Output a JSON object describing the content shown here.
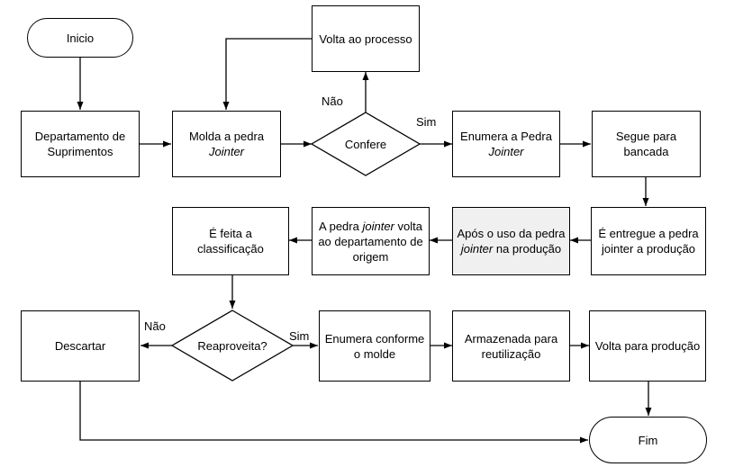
{
  "nodes": {
    "inicio": "Inicio",
    "volta_processo": "Volta ao processo",
    "departamento": "Departamento de Suprimentos",
    "molda_a": "Molda a pedra",
    "molda_b": "Jointer",
    "confere": "Confere",
    "enumera_pedra_a": "Enumera a Pedra",
    "enumera_pedra_b": "Jointer",
    "segue": "Segue para bancada",
    "e_feita": "É feita a classificação",
    "pedra_volta_a": "A pedra ",
    "pedra_volta_b": "jointer",
    "pedra_volta_c": " volta ao departamento de origem",
    "apos_a": "Após o uso da pedra ",
    "apos_b": "jointer",
    "apos_c": " na produção",
    "entregue": "É entregue a pedra jointer a produção",
    "descartar": "Descartar",
    "reaproveita": "Reaproveita?",
    "enumera_molde": "Enumera conforme o molde",
    "armazenada": "Armazenada para reutilização",
    "volta_producao": "Volta para produção",
    "fim": "Fim"
  },
  "labels": {
    "nao_1": "Não",
    "sim_1": "Sim",
    "nao_2": "Não",
    "sim_2": "Sim"
  }
}
